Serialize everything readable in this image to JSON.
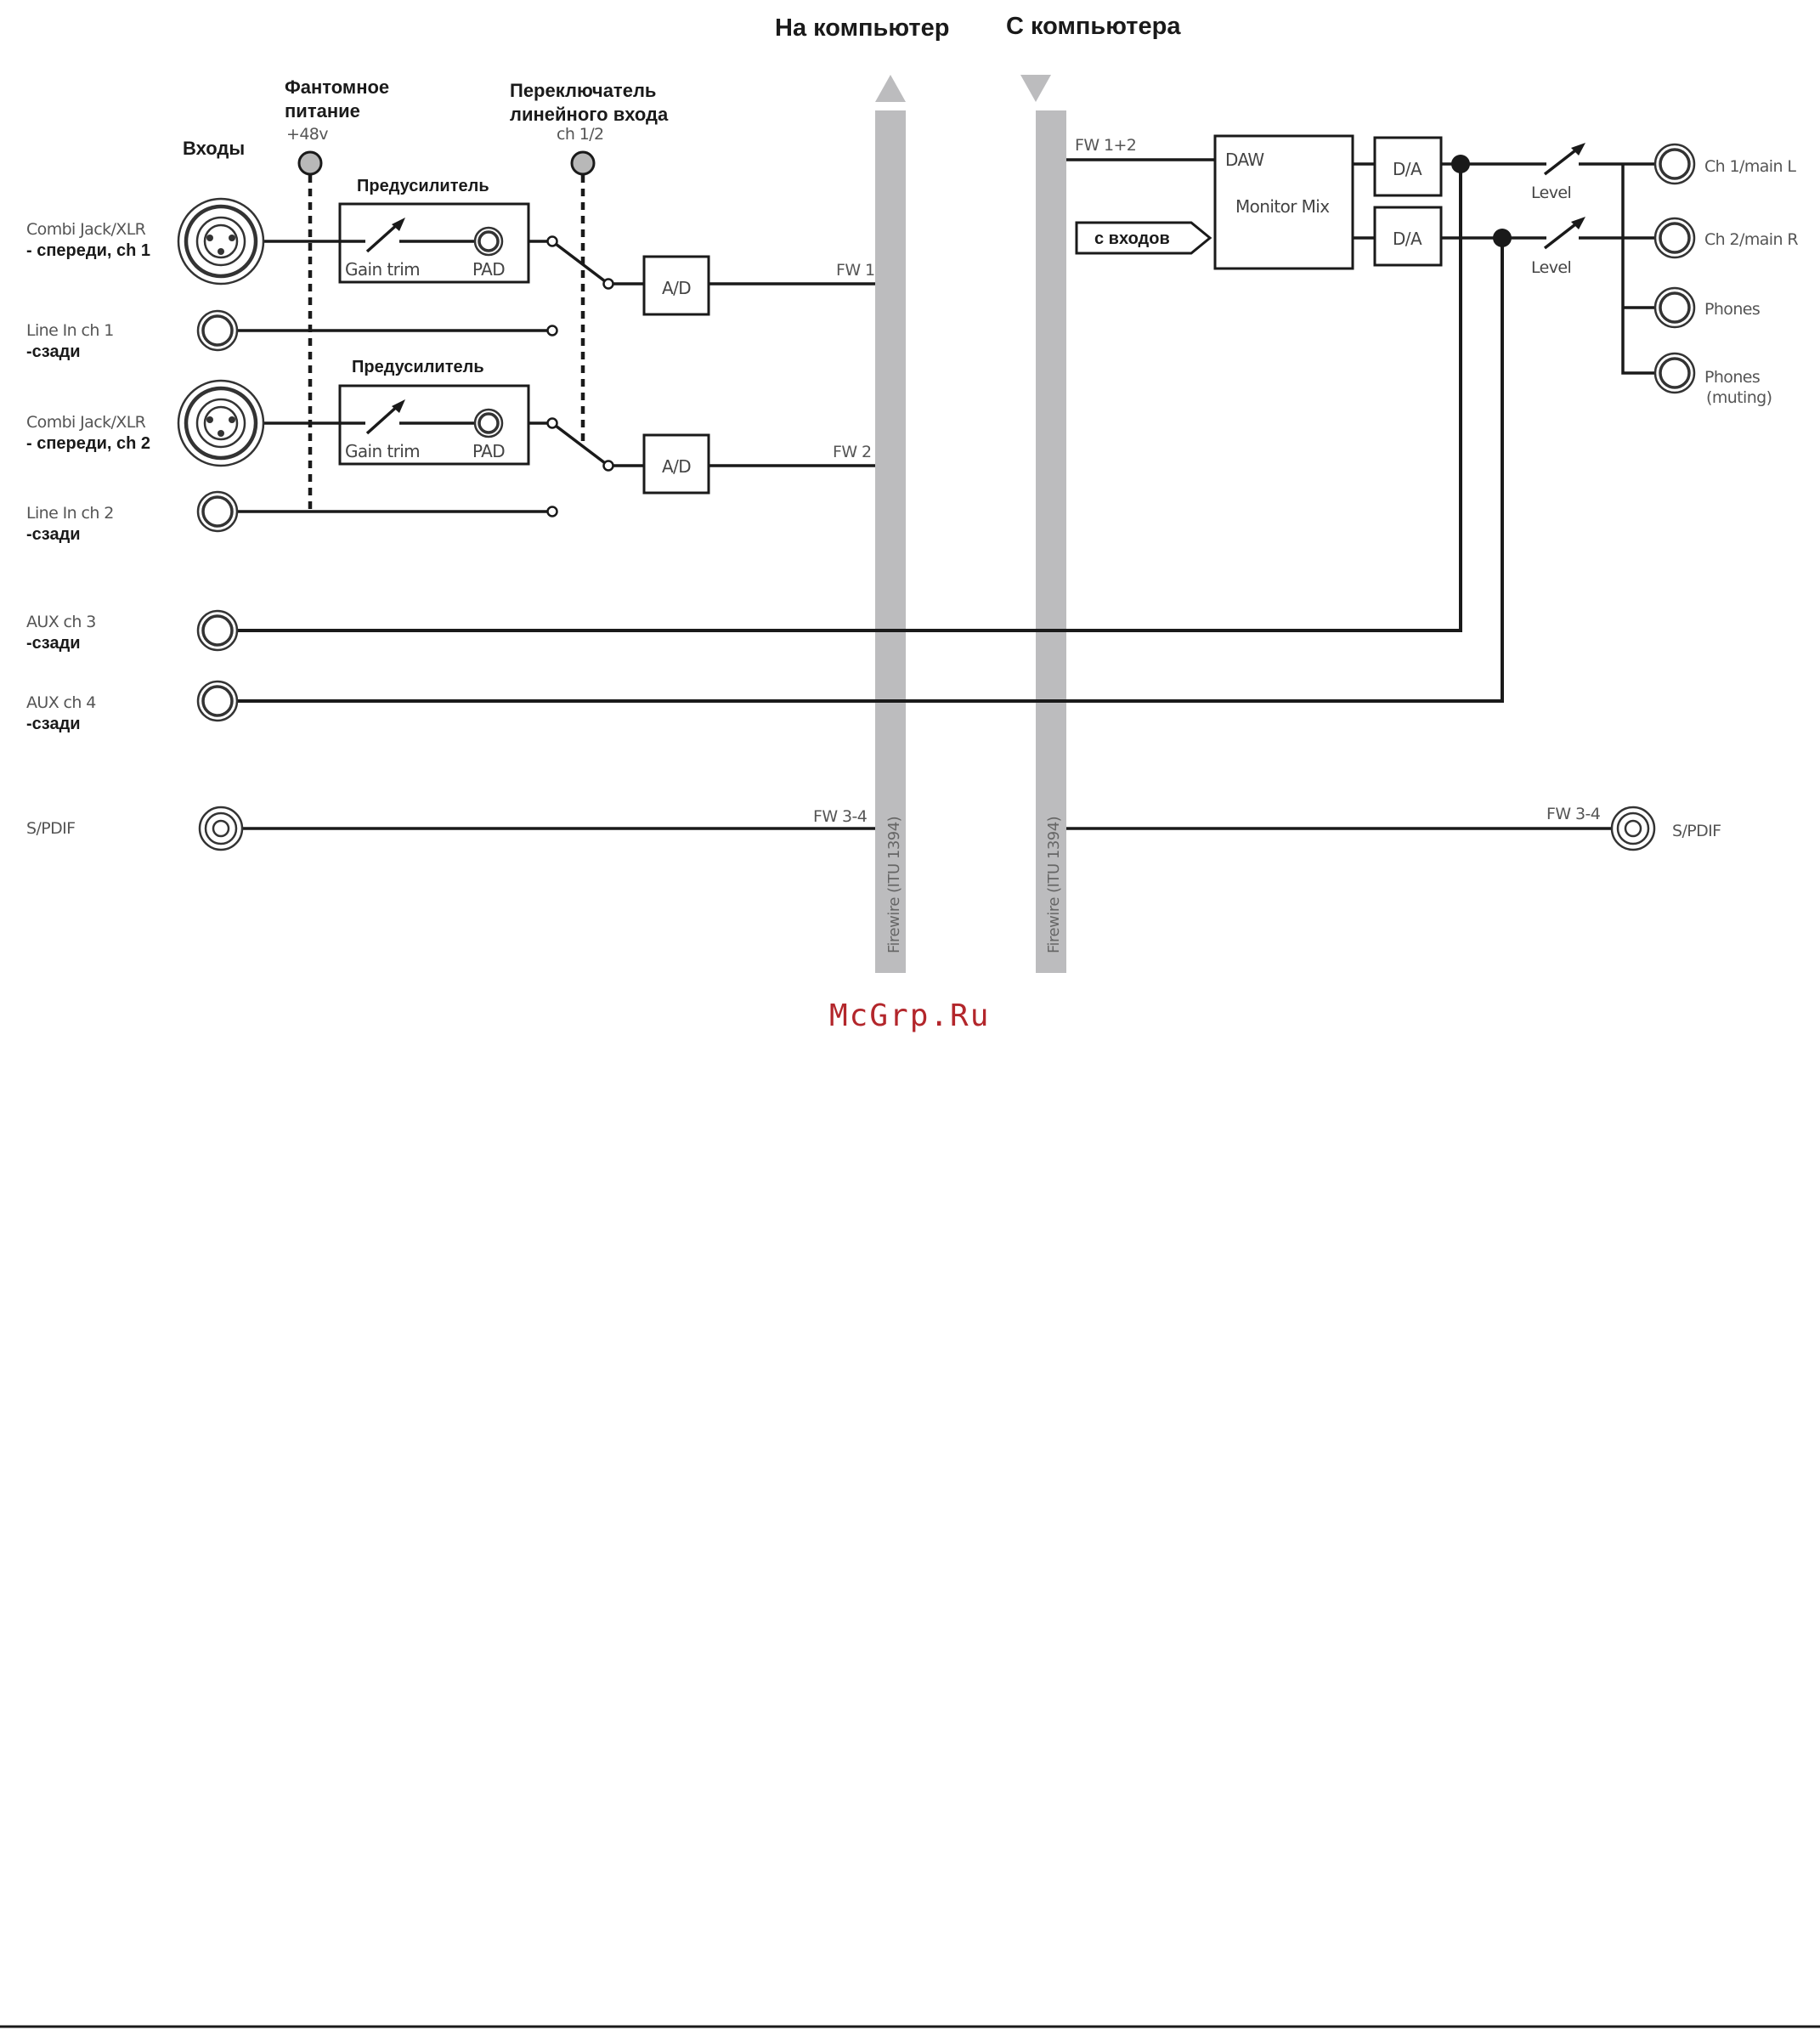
{
  "headers": {
    "to_computer": "На компьютер",
    "from_computer": "С компьютера"
  },
  "top_labels": {
    "phantom_line1": "Фантомное",
    "phantom_line2": "питание",
    "phantom_value": "+48v",
    "switch_line1": "Переключатель",
    "switch_line2": "линейного входа",
    "switch_value": "ch 1/2",
    "inputs": "Входы"
  },
  "preamp": {
    "title": "Предусилитель",
    "gain": "Gain trim",
    "pad": "PAD"
  },
  "inputs": [
    {
      "line1": "Combi Jack/XLR",
      "line2": "- спереди, ch 1"
    },
    {
      "line1": "Line In ch 1",
      "line2": "-сзади"
    },
    {
      "line1": "Combi Jack/XLR",
      "line2": "- спереди, ch 2"
    },
    {
      "line1": "Line In ch 2",
      "line2": "-сзади"
    },
    {
      "line1": "AUX ch 3",
      "line2": "-сзади"
    },
    {
      "line1": "AUX ch 4",
      "line2": "-сзади"
    },
    {
      "line1": "S/PDIF",
      "line2": ""
    }
  ],
  "blocks": {
    "ad": "A/D",
    "da": "D/A",
    "daw": "DAW",
    "monitor_mix": "Monitor Mix",
    "from_inputs": "с входов",
    "level": "Level"
  },
  "signals": {
    "fw1": "FW 1",
    "fw2": "FW 2",
    "fw12": "FW 1+2",
    "fw34_in": "FW 3-4",
    "fw34_out": "FW 3-4"
  },
  "firewire": "Firewire (ITU 1394)",
  "outputs": {
    "ch1": "Ch 1/main L",
    "ch2": "Ch 2/main R",
    "phones": "Phones",
    "phones_mute_1": "Phones",
    "phones_mute_2": "(muting)",
    "spdif": "S/PDIF"
  },
  "watermark": "McGrp.Ru",
  "colors": {
    "firewire_bar": "#bcbcbe",
    "watermark": "#b3262b",
    "line": "#1a1a1a"
  }
}
